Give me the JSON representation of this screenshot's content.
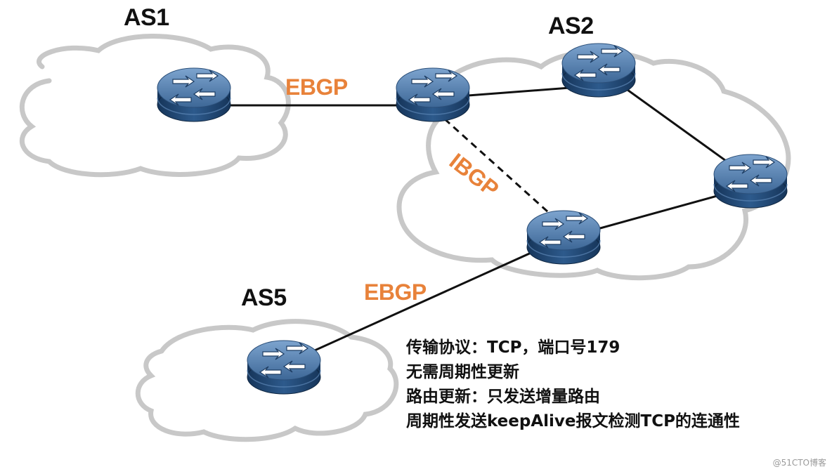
{
  "as_labels": {
    "as1": "AS1",
    "as2": "AS2",
    "as5": "AS5"
  },
  "links": {
    "ebgp_top": "EBGP",
    "ibgp": "IBGP",
    "ebgp_bottom": "EBGP"
  },
  "notes": [
    "传输协议：TCP，端口号179",
    "无需周期性更新",
    "路由更新：只发送增量路由",
    "周期性发送keepAlive报文检测TCP的连通性"
  ],
  "watermark": "@51CTO博客",
  "colors": {
    "accent": "#e8823a",
    "router_top": "#5b84b3",
    "router_side": "#234a78",
    "cloud_stroke": "#c4c4c4",
    "line": "#111111"
  },
  "icons": [
    "cloud-icon",
    "router-icon"
  ]
}
